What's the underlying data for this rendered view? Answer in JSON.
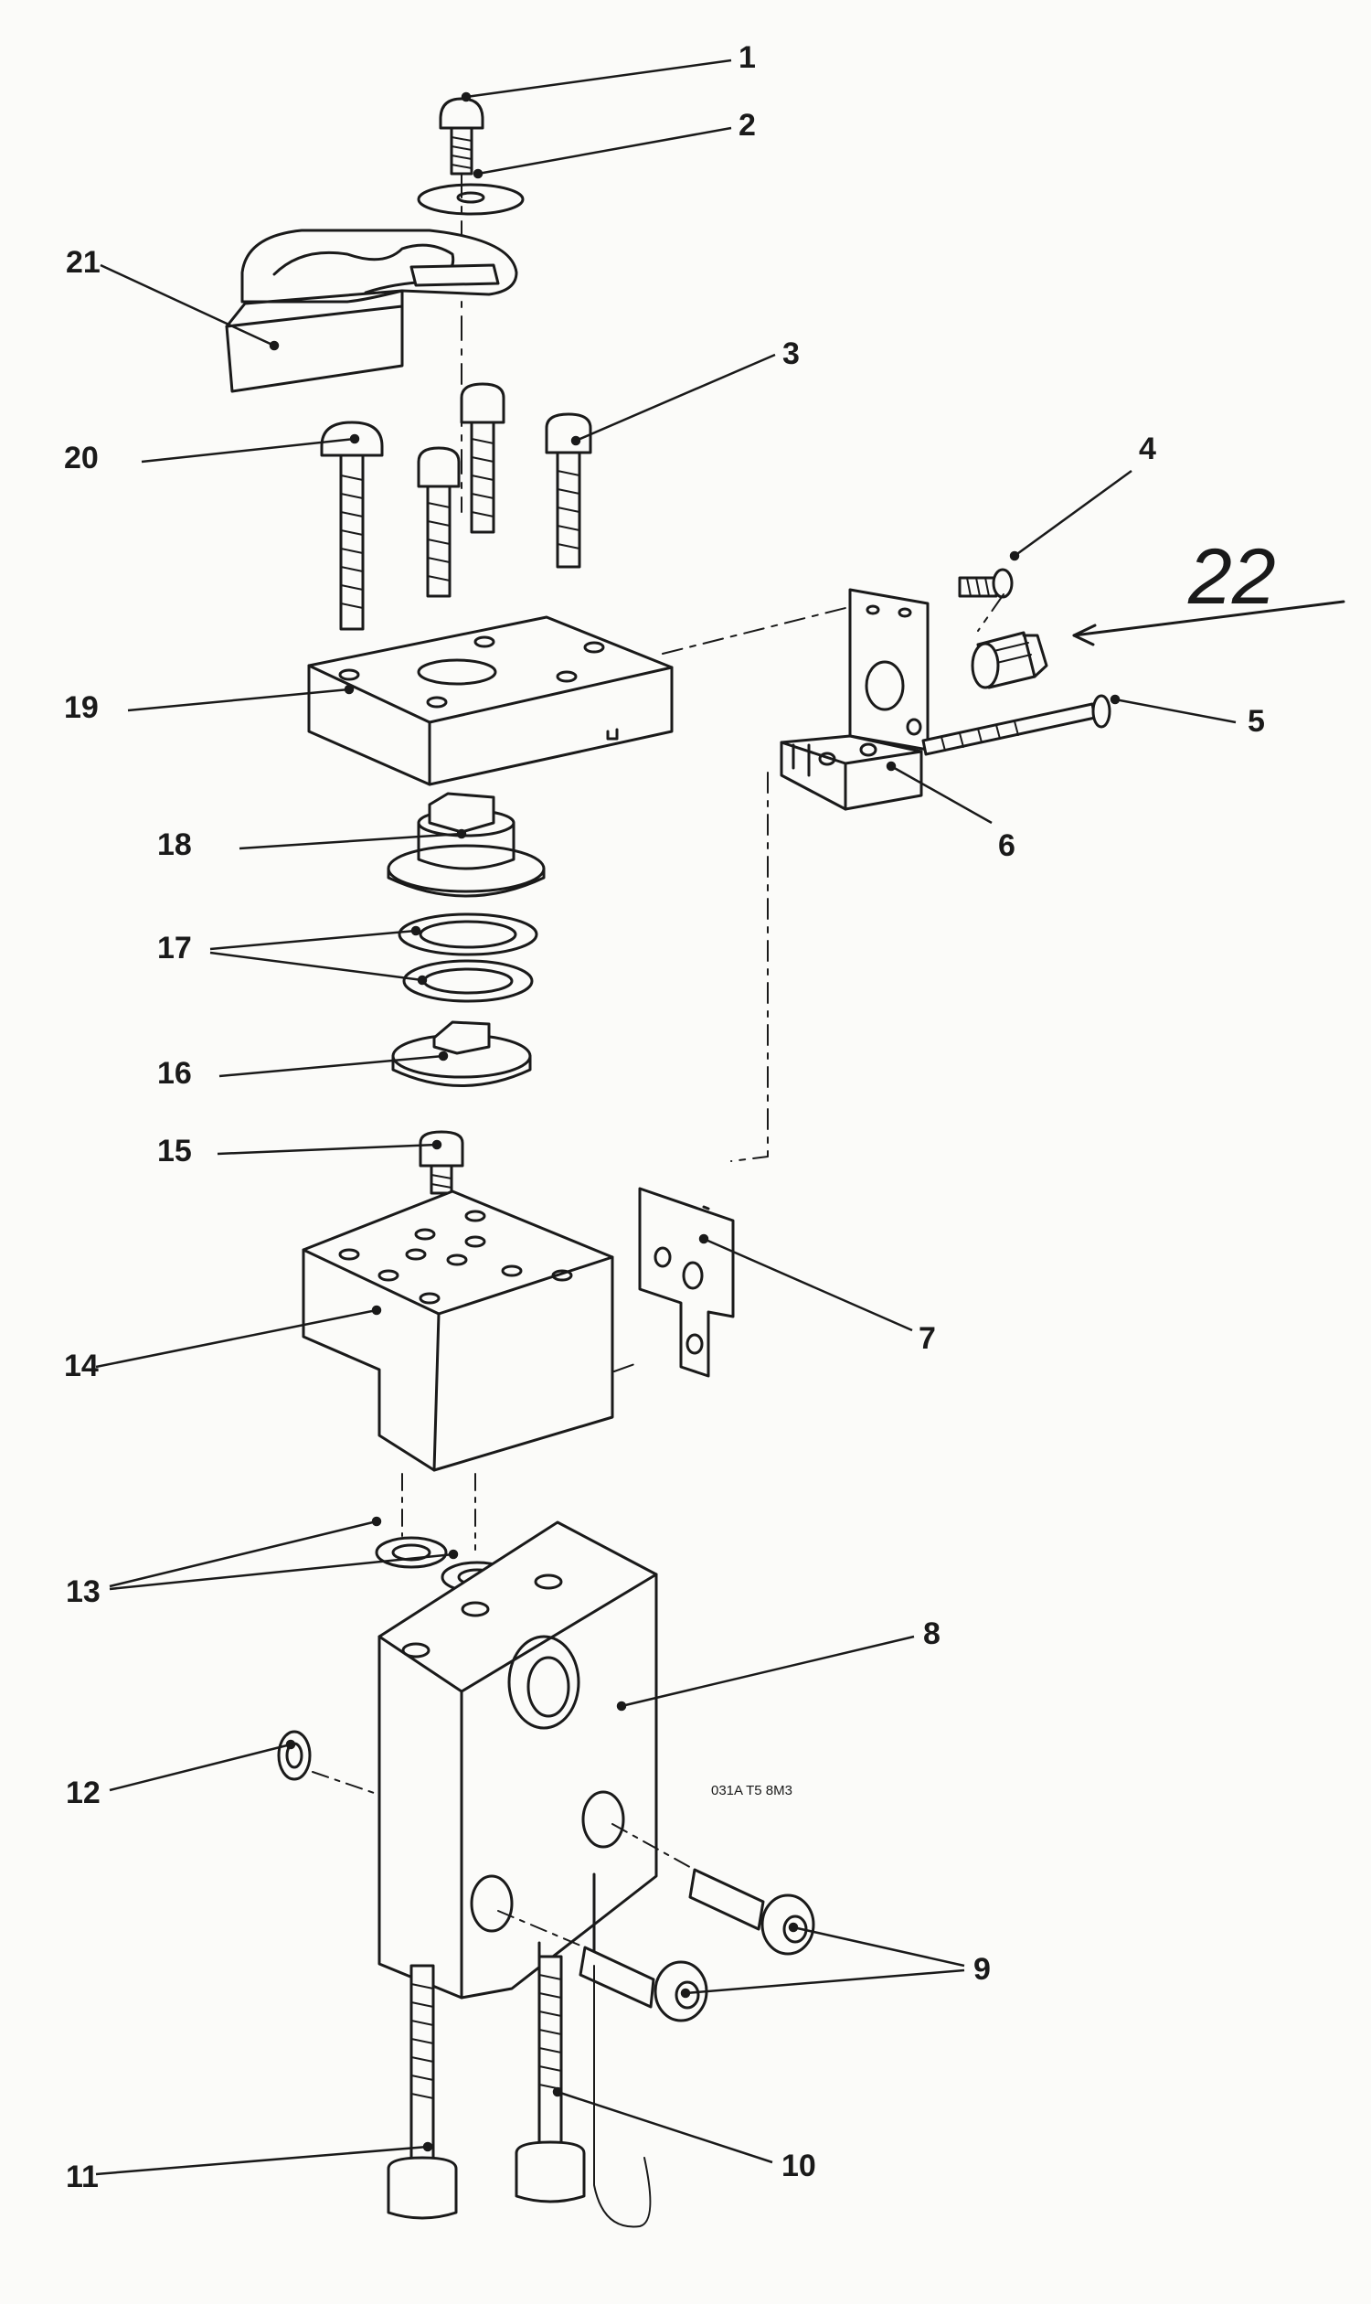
{
  "diagram": {
    "callouts": {
      "c1": "1",
      "c2": "2",
      "c3": "3",
      "c4": "4",
      "c5": "5",
      "c6": "6",
      "c7": "7",
      "c8": "8",
      "c9": "9",
      "c10": "10",
      "c11": "11",
      "c12": "12",
      "c13": "13",
      "c14": "14",
      "c15": "15",
      "c16": "16",
      "c17": "17",
      "c18": "18",
      "c19": "19",
      "c20": "20",
      "c21": "21"
    },
    "handwritten_callout": "22",
    "drawing_code": "031A T5 8M3"
  },
  "colors": {
    "ink": "#1a1a1a",
    "paper": "#fbfbf9"
  }
}
